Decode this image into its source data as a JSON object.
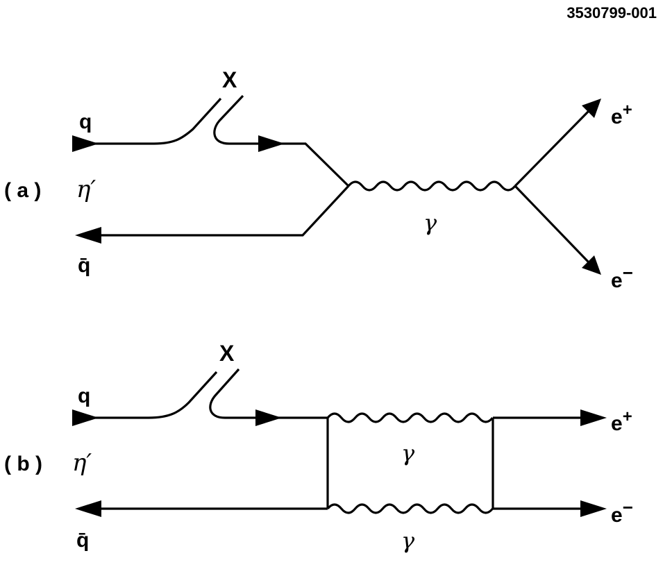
{
  "figure_id": "3530799-001",
  "panels": [
    {
      "id": "a",
      "panel_label": "( a )",
      "meson": "η′",
      "quark": "q",
      "antiquark": "q̄",
      "emission": "X",
      "photons": [
        "γ"
      ],
      "lepton_plus": "e",
      "lepton_plus_sign": "+",
      "lepton_minus": "e",
      "lepton_minus_sign": "−"
    },
    {
      "id": "b",
      "panel_label": "( b )",
      "meson": "η′",
      "quark": "q",
      "antiquark": "q̄",
      "emission": "X",
      "photons": [
        "γ",
        "γ"
      ],
      "lepton_plus": "e",
      "lepton_plus_sign": "+",
      "lepton_minus": "e",
      "lepton_minus_sign": "−"
    }
  ]
}
